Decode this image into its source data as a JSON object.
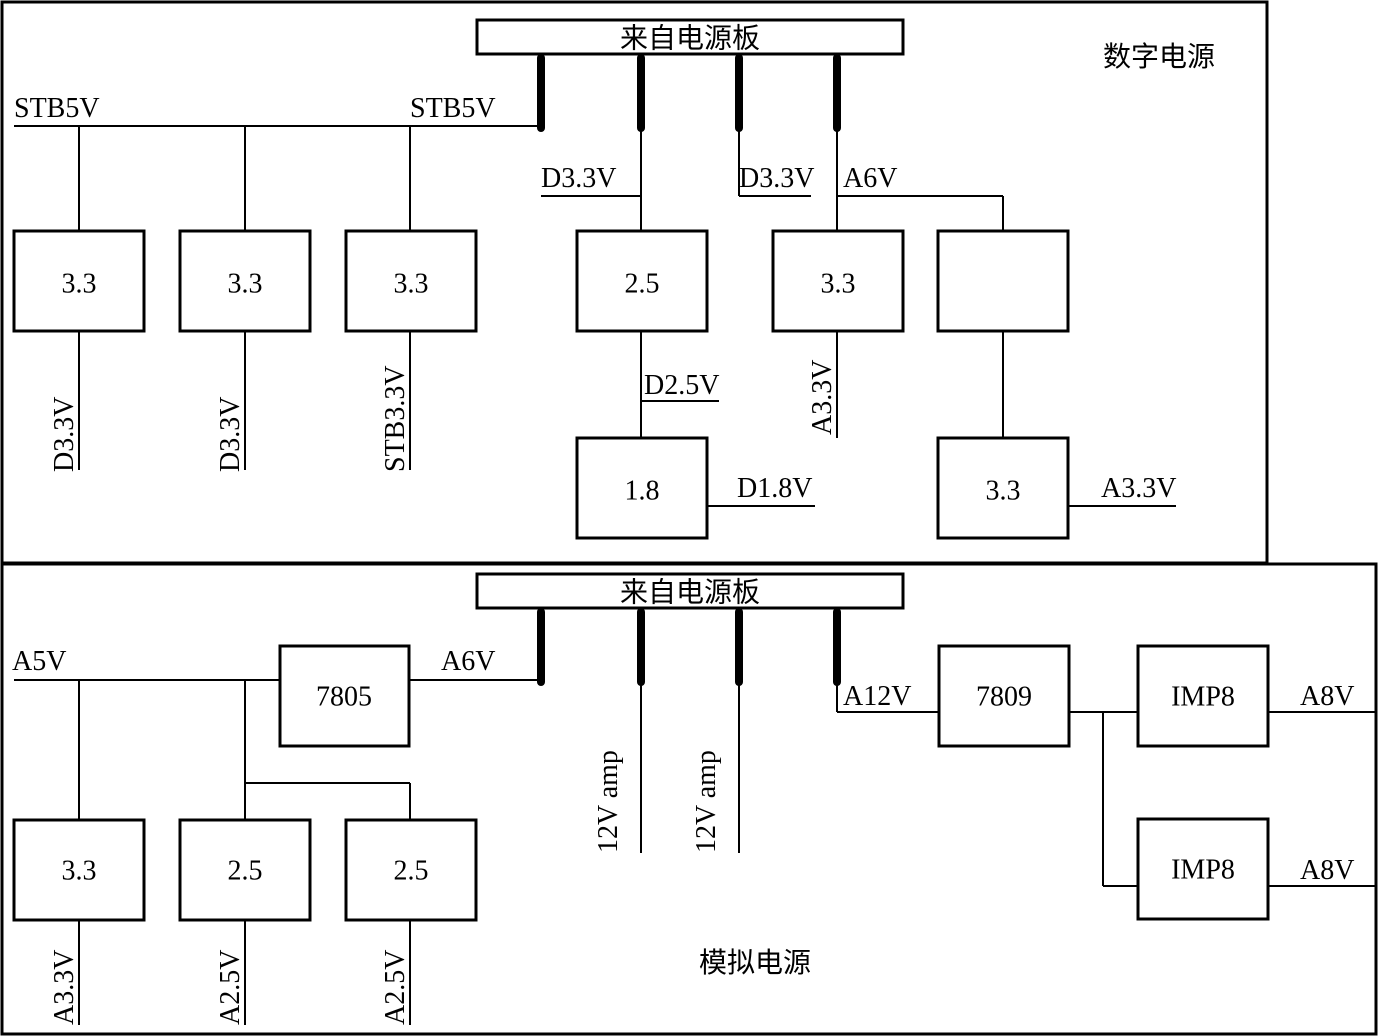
{
  "digital": {
    "title": "数字电源",
    "source": "来自电源板",
    "stb5v_left": "STB5V",
    "stb5v_right": "STB5V",
    "d33v_in_a": "D3.3V",
    "d33v_in_b": "D3.3V",
    "a6v_in": "A6V",
    "reg1": "3.3",
    "reg2": "3.3",
    "reg3": "3.3",
    "reg4": "2.5",
    "reg5": "3.3",
    "reg6": "",
    "reg7": "1.8",
    "reg8": "3.3",
    "out1": "D3.3V",
    "out2": "D3.3V",
    "out3": "STB3.3V",
    "d25v": "D2.5V",
    "out5": "A3.3V",
    "d18v": "D1.8V",
    "out8": "A3.3V"
  },
  "analog": {
    "title": "模拟电源",
    "source": "来自电源板",
    "a5v": "A5V",
    "a6v": "A6V",
    "a12v": "A12V",
    "reg7805": "7805",
    "reg7809": "7809",
    "amp1": "12V amp",
    "amp2": "12V amp",
    "imp8_top": "IMP8",
    "imp8_bottom": "IMP8",
    "a8v_top": "A8V",
    "a8v_bottom": "A8V",
    "reg1": "3.3",
    "reg2": "2.5",
    "reg3": "2.5",
    "out1": "A3.3V",
    "out2": "A2.5V",
    "out3": "A2.5V"
  }
}
